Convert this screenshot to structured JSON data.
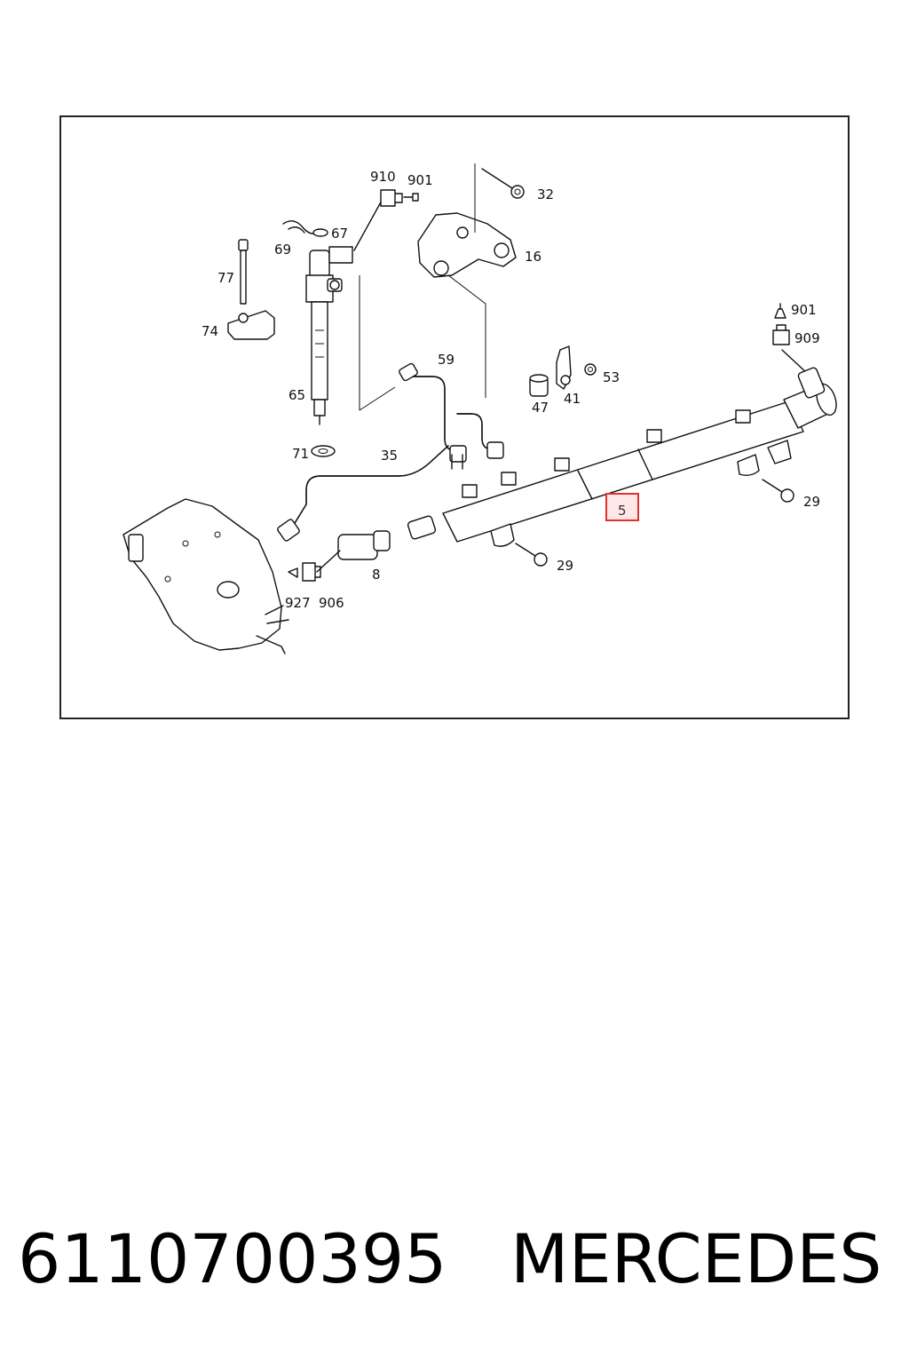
{
  "diagram": {
    "callouts": {
      "c910": "910",
      "c901a": "901",
      "c32": "32",
      "c67": "67",
      "c69": "69",
      "c16": "16",
      "c77": "77",
      "c901b": "901",
      "c74": "74",
      "c909": "909",
      "c59": "59",
      "c53": "53",
      "c65": "65",
      "c47": "47",
      "c41": "41",
      "c71": "71",
      "c35": "35",
      "c29a": "29",
      "c5": "5",
      "c29b": "29",
      "c8": "8",
      "c927": "927",
      "c906": "906"
    },
    "highlighted_part": "5",
    "highlight_color": "#e03030"
  },
  "footer": {
    "part_number": "6110700395",
    "brand": "MERCEDES"
  }
}
